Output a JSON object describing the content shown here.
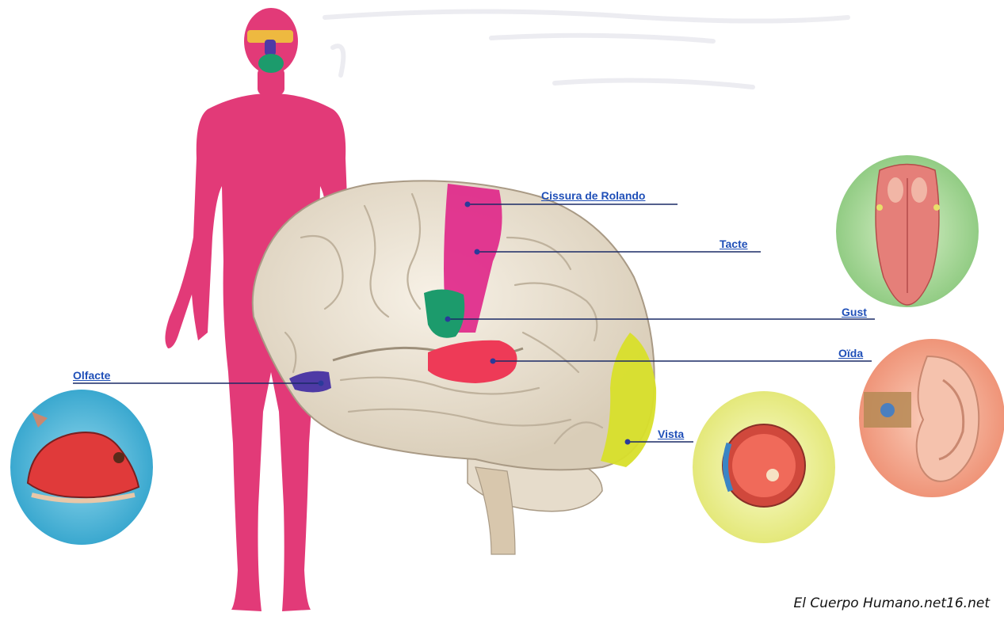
{
  "labels": {
    "rolando": "Cissura de Rolando",
    "tacte": "Tacte",
    "gust": "Gust",
    "oida": "Oïda",
    "olfacte": "Olfacte",
    "vista": "Vista"
  },
  "credit": "El Cuerpo Humano.net16.net",
  "colors": {
    "body": "#e23a78",
    "brain": "#eee5d6",
    "touch_area": "#e0288a",
    "taste_area": "#1c9b6c",
    "hearing_area": "#ee3a57",
    "smell_area": "#4e3aa5",
    "vision_area": "#d8df2a",
    "label": "#1f4fb8",
    "leader_line": "#1a2a66",
    "circle_tongue": "#a8d89a",
    "circle_ear": "#f3a48d",
    "circle_eye": "#eef09a",
    "circle_nose": "#4fb8d9"
  }
}
